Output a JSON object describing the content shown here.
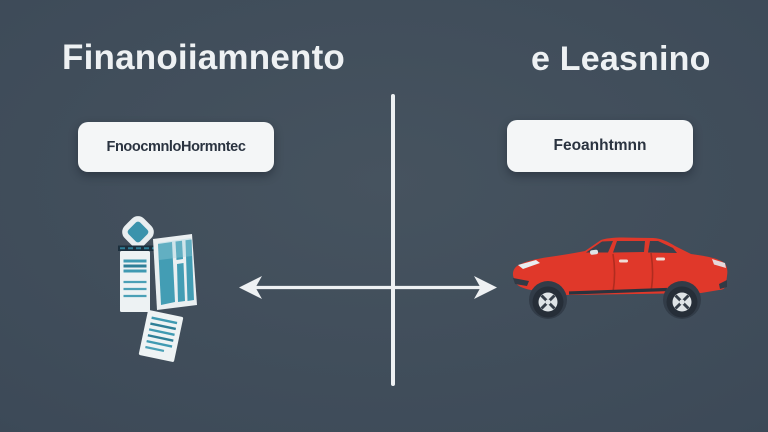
{
  "page": {
    "type": "ai-generated comparison illustration",
    "background_color": "#3d4a58"
  },
  "titles": {
    "left": "Finanoiiamnento",
    "right": "e Leasnino",
    "color": "#eef1f3"
  },
  "boxes": {
    "left": {
      "label": "FnoocmnloHormntec",
      "bg": "#f4f6f7",
      "text_color": "#2a3340"
    },
    "right": {
      "label": "Feoanhtmnn",
      "bg": "#f4f6f7",
      "text_color": "#2a3340"
    }
  },
  "divider": {
    "orientation": "vertical",
    "color": "#eef1f3"
  },
  "arrow": {
    "type": "double-headed-horizontal",
    "color": "#eef1f3"
  },
  "illustrations": {
    "left": {
      "name": "documents-and-window-illustration",
      "teal": "#3f9ab2",
      "dark_teal": "#2e7f97",
      "white": "#edf2f4",
      "band": "#1c2f3d"
    },
    "right": {
      "name": "red-sedan-car-illustration",
      "red": "#e0382a",
      "dark_red": "#b02c1f",
      "glass": "#39424e",
      "tire": "#262e38",
      "rim": "#dfe4e7"
    }
  }
}
